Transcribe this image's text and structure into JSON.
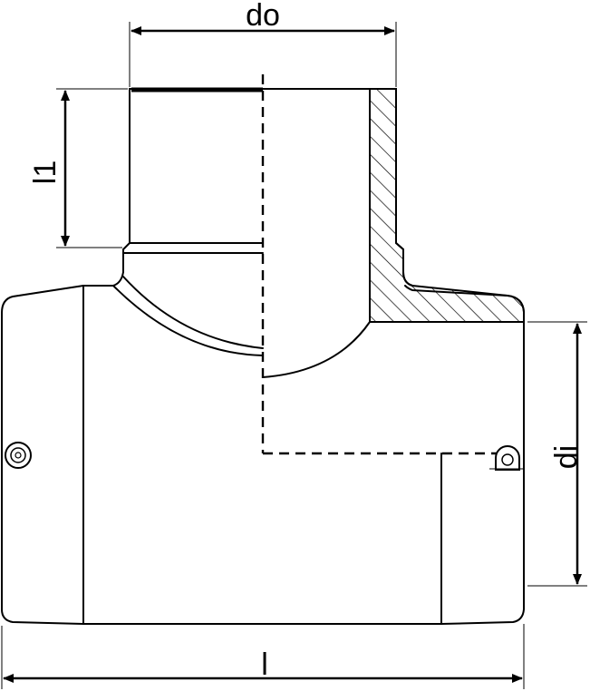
{
  "dimensions": {
    "outer_diameter_label": "do",
    "spigot_length_label": "l1",
    "inner_diameter_label": "di",
    "total_length_label": "l"
  }
}
